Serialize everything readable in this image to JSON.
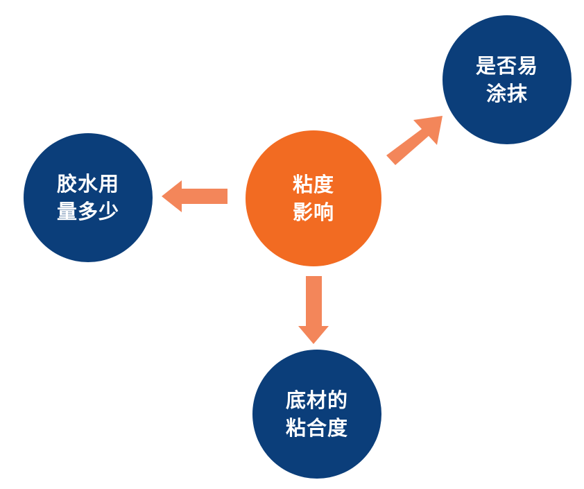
{
  "colors": {
    "center_fill": "#F26B22",
    "outer_fill": "#0B3E7A",
    "arrow_fill": "#F3865A",
    "text": "#FFFFFF"
  },
  "center": {
    "lines": [
      "粘度",
      "影响"
    ]
  },
  "nodes": {
    "left": {
      "lines": [
        "胶水用",
        "量多少"
      ]
    },
    "top_right": {
      "lines": [
        "是否易",
        "涂抹"
      ]
    },
    "bottom": {
      "lines": [
        "底材的",
        "粘合度"
      ]
    }
  }
}
